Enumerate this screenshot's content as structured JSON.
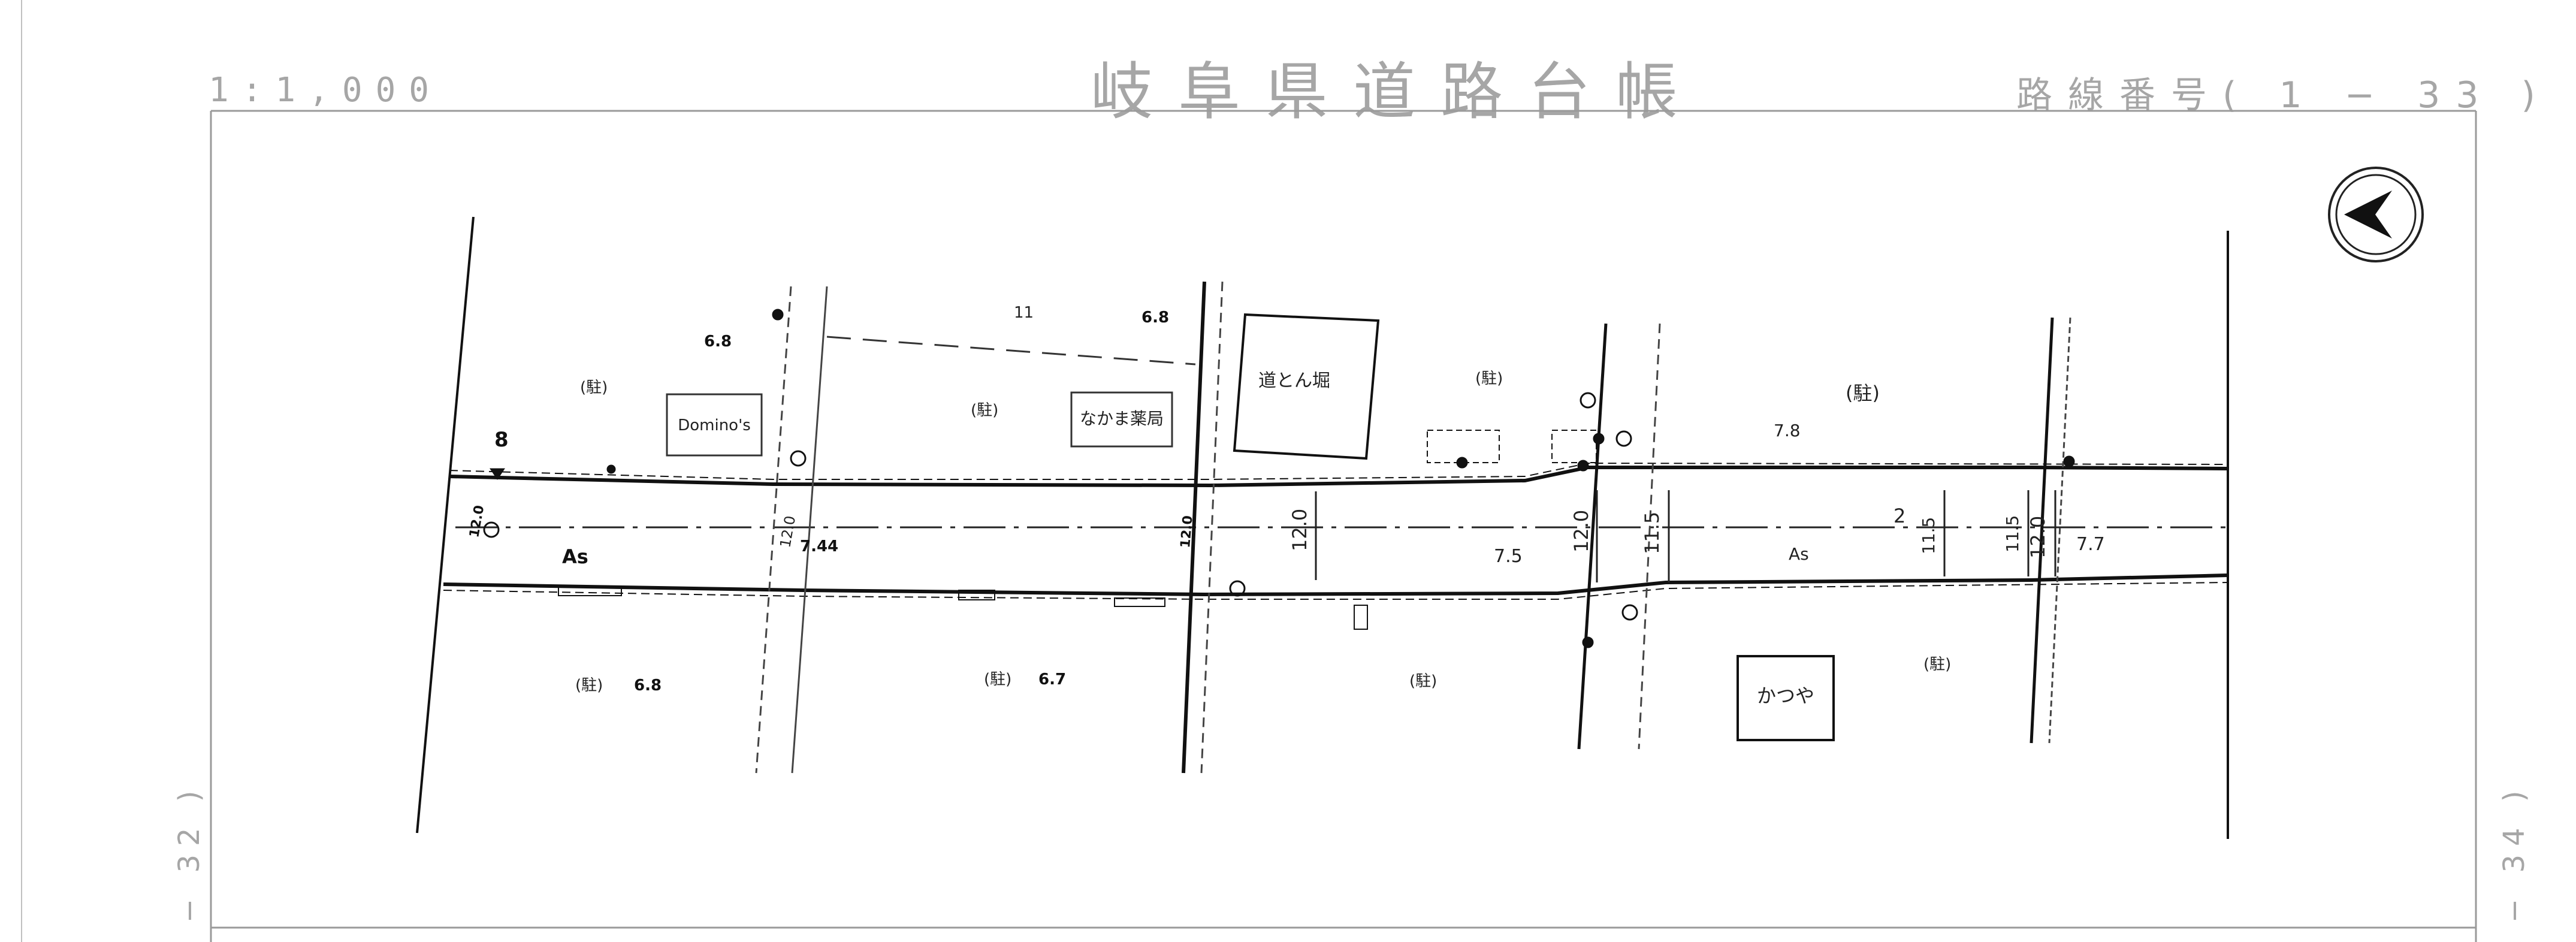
{
  "header": {
    "scale": "1:1,000",
    "title": "岐阜県道路台帳",
    "route": "路線番号(  1  −  33  )"
  },
  "sheet_refs": {
    "prev": "− 32 )",
    "next": "− 34 )"
  },
  "map": {
    "north_arrow": "north-arrow-icon",
    "buildings": {
      "dominos": "Domino's",
      "nakama": "なかま薬局",
      "dotonbori": "道とん堀",
      "katsuya": "かつや"
    },
    "parking": [
      "(駐)",
      "(駐)",
      "(駐)",
      "(駐)",
      "(駐)",
      "(駐)",
      "(駐)",
      "(駐)"
    ],
    "surface": [
      "As",
      "As"
    ],
    "elevations": [
      "6.8",
      "6.8",
      "7.8",
      "7.44",
      "7.5",
      "7.7",
      "6.8",
      "6.7"
    ],
    "widths": [
      "12.0",
      "12.0",
      "12.0",
      "12.0",
      "12.0",
      "11.5",
      "11.5",
      "11.5",
      "12.0"
    ],
    "markers": [
      "8",
      "2",
      "11"
    ]
  }
}
